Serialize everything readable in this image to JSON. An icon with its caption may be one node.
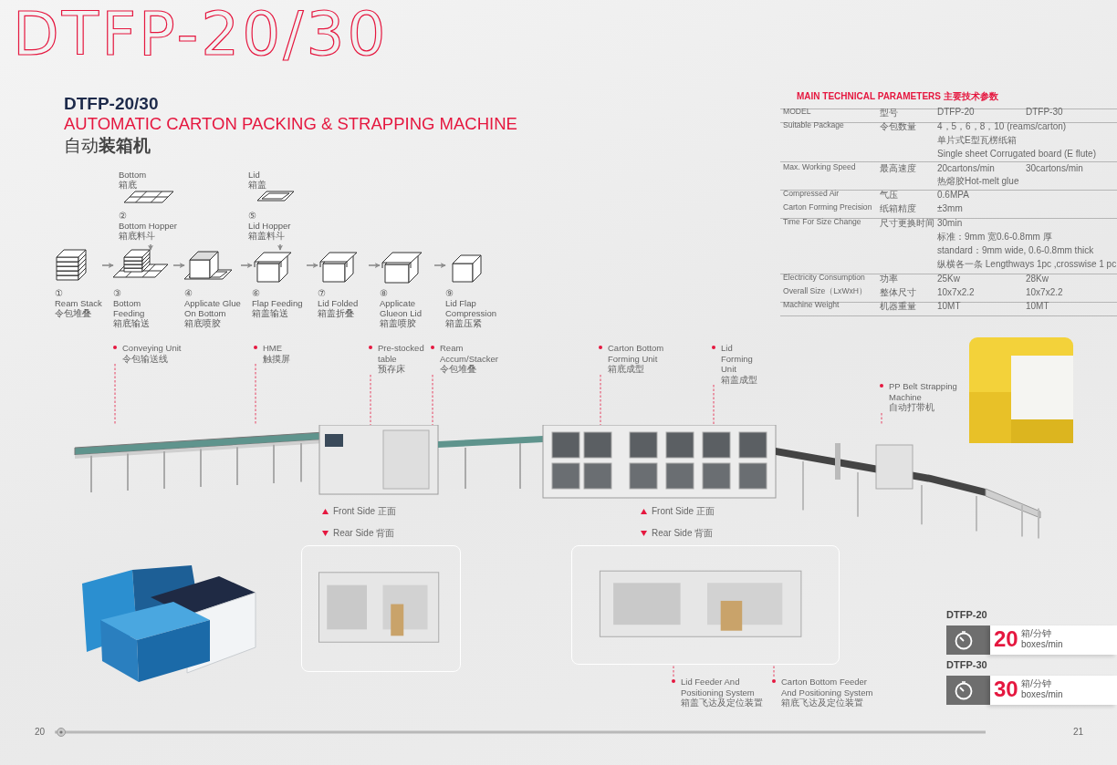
{
  "diagram": {
    "title": "DTFP-20/30",
    "nodes": [
      {
        "text": [
          "Bottom",
          "箱底",
          "②",
          "Bottom Hopper",
          "箱底料斗"
        ]
      },
      {
        "text": [
          "Lid",
          "箱盖",
          "⑤",
          "Lid Hopper",
          "箱盖料斗"
        ]
      },
      {
        "text": [
          "①",
          "Ream Stack",
          "令包堆叠"
        ]
      },
      {
        "text": [
          "③",
          "Bottom Feeding",
          "箱底输送"
        ]
      },
      {
        "text": [
          "④",
          "Applicate Glue On Bottom",
          "箱底喷胶"
        ]
      },
      {
        "text": [
          "⑥",
          "Flap Feeding",
          "箱盖输送"
        ]
      },
      {
        "text": [
          "⑦",
          "Lid Folded",
          "箱盖折叠"
        ]
      },
      {
        "text": [
          "⑧",
          "Applicate Glueon Lid",
          "箱盖喷胶"
        ]
      },
      {
        "text": [
          "⑨",
          "Lid Flap Compression",
          "箱盖压紧"
        ]
      },
      {
        "text": [],
        "shape": "picture"
      },
      {
        "text": [
          "Conveying Unit",
          "令包输送线"
        ]
      },
      {
        "text": [
          "HME",
          "触摸屏"
        ]
      },
      {
        "text": [
          "Pre-stocked table",
          "预存床"
        ]
      },
      {
        "text": [
          "Ream Accum/Stacker",
          "令包堆叠"
        ]
      },
      {
        "text": [
          "Carton Bottom Forming Unit",
          "箱底成型"
        ]
      },
      {
        "text": [
          "Lid Forming Unit",
          "箱盖成型"
        ]
      },
      {
        "text": [
          "PP Belt Strapping Machine",
          "自动打带机"
        ]
      },
      {
        "text": [],
        "shape": "picture"
      },
      {
        "text": [],
        "shape": "picture"
      },
      {
        "text": [
          "Lid Feeder And Positioning System",
          "箱盖飞达及定位装置"
        ]
      },
      {
        "text": [
          "Carton Bottom Feeder And Positioning System",
          "箱底飞达及定位装置"
        ]
      }
    ],
    "edges": [
      {
        "from": 0,
        "to": 3,
        "arrow": "to",
        "color": "#8c8c8c"
      },
      {
        "from": 1,
        "to": 5,
        "arrow": "to",
        "color": "#8c8c8c"
      },
      {
        "from": 2,
        "to": 3,
        "arrow": "to",
        "color": "#8c8c8c"
      },
      {
        "from": 3,
        "to": 4,
        "arrow": "to",
        "color": "#8c8c8c"
      },
      {
        "from": 4,
        "to": 5,
        "arrow": "to",
        "color": "#8c8c8c"
      },
      {
        "from": 5,
        "to": 6,
        "arrow": "to",
        "color": "#8c8c8c"
      },
      {
        "from": 6,
        "to": 7,
        "arrow": "to",
        "color": "#8c8c8c"
      },
      {
        "from": 7,
        "to": 8,
        "arrow": "to",
        "color": "#8c8c8c"
      },
      {
        "from": 10,
        "to": 9,
        "arrow": "none",
        "style": "dashed",
        "color": "#e5173f"
      },
      {
        "from": 11,
        "to": 9,
        "arrow": "none",
        "style": "dashed",
        "color": "#e5173f"
      },
      {
        "from": 12,
        "to": 9,
        "arrow": "none",
        "style": "dashed",
        "color": "#e5173f"
      },
      {
        "from": 13,
        "to": 9,
        "arrow": "none",
        "style": "dashed",
        "color": "#e5173f"
      },
      {
        "from": 14,
        "to": 9,
        "arrow": "none",
        "style": "dashed",
        "color": "#e5173f"
      },
      {
        "from": 15,
        "to": 9,
        "arrow": "none",
        "style": "dashed",
        "color": "#e5173f"
      },
      {
        "from": 16,
        "to": 9,
        "arrow": "none",
        "style": "dashed",
        "color": "#e5173f"
      },
      {
        "from": 19,
        "to": 18,
        "arrow": "none",
        "style": "dashed",
        "color": "#e5173f"
      },
      {
        "from": 20,
        "to": 18,
        "arrow": "none",
        "style": "dashed",
        "color": "#e5173f"
      }
    ],
    "labels": [
      "DTFP-20/30",
      "AUTOMATIC CARTON PACKING & STRAPPING MACHINE",
      "自动**装箱机**",
      "MAIN TECHNICAL PARAMETERS 主要技术参数",
      "MODEL",
      "型号",
      "DTFP-20",
      "DTFP-30",
      "Suitable Package",
      "令包数量",
      "4，5，6，8，10 (reams/carton)",
      "单片式E型瓦楞纸箱",
      "Single sheet Corrugated board (E flute)",
      "Max. Working Speed",
      "最高速度",
      "20cartons/min",
      "30cartons/min",
      "热熔胶Hot-melt glue",
      "Compressed Air",
      "气压",
      "0.6MPA",
      "Carton Forming Precision",
      "纸箱精度",
      "±3mm",
      "Time For Size Change",
      "尺寸更换时间",
      "30min",
      "标准：9mm 宽0.6-0.8mm 厚",
      "standard：9mm wide, 0.6-0.8mm thick",
      "纵横各一条 Lengthways 1pc ,crosswise 1 pc",
      "Electricity Consumption",
      "功率",
      "25Kw",
      "28Kw",
      "Overall Size（LxWxH）",
      "整体尺寸",
      "10x7x2.2",
      "10x7x2.2",
      "Machine Weight",
      "机器重量",
      "10MT",
      "10MT",
      "Front Side 正面",
      "Rear Side 背面",
      "Front Side 正面",
      "Rear Side 背面",
      "DTFP-20",
      "20",
      "箱/分钟",
      "boxes/min",
      "DTFP-30",
      "30",
      "箱/分钟",
      "boxes/min",
      "20",
      "21"
    ]
  }
}
